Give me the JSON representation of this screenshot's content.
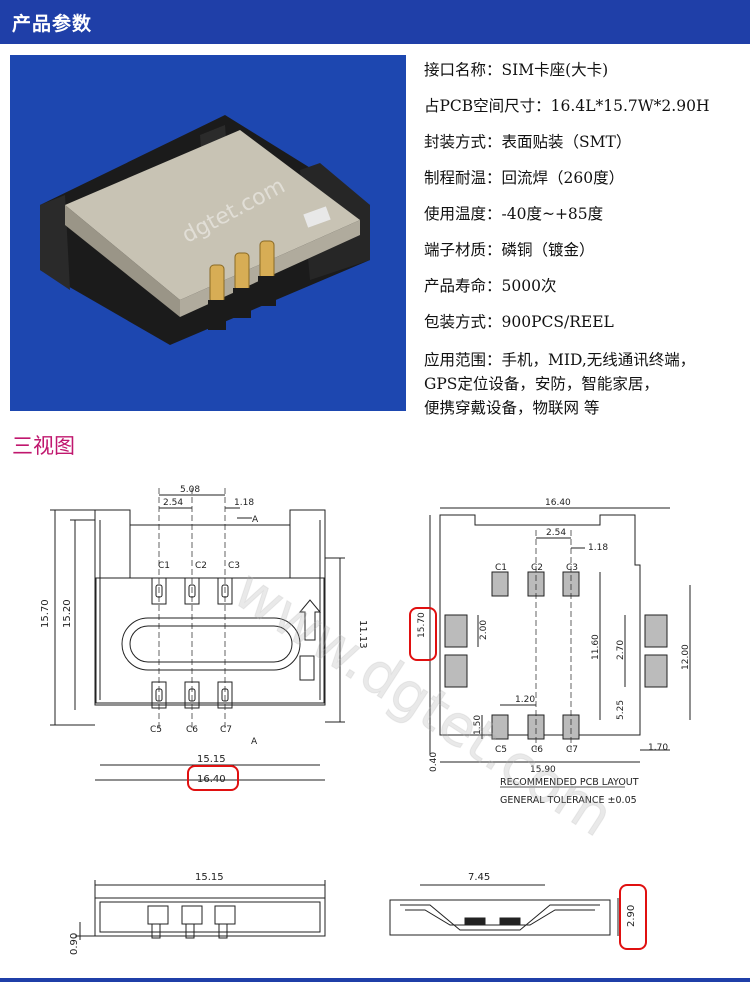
{
  "header": {
    "title": "产品参数"
  },
  "specs": {
    "line1": "接口名称：SIM卡座(大卡)",
    "line2": "占PCB空间尺寸：16.4L*15.7W*2.90H",
    "line3": "封装方式：表面贴装（SMT）",
    "line4": "制程耐温：回流焊（260度）",
    "line5": "使用温度：-40度~+85度",
    "line6": "端子材质：磷铜（镀金）",
    "line7": "产品寿命：5000次",
    "line8": "包装方式：900PCS/REEL",
    "app1": "应用范围：手机，MID,无线通讯终端，",
    "app2": "GPS定位设备，安防，智能家居，",
    "app3": "便携穿戴设备，物联网 等"
  },
  "section_title": "三视图",
  "photo": {
    "watermark": "dgtet.com"
  },
  "watermark": "www.dgtet.com",
  "top_view": {
    "dim_508": "5.08",
    "dim_254": "2.54",
    "dim_118": "1.18",
    "dim_1570": "15.70",
    "dim_1520": "15.20",
    "dim_1113": "11.13",
    "dim_1515": "15.15",
    "dim_1640": "16.40",
    "mark_a": "A",
    "c1": "C1",
    "c2": "C2",
    "c3": "C3",
    "c5": "C5",
    "c6": "C6",
    "c7": "C7"
  },
  "pcb_layout": {
    "dim_1640": "16.40",
    "dim_254": "2.54",
    "dim_118": "1.18",
    "dim_1570": "15.70",
    "dim_200": "2.00",
    "dim_1160": "11.60",
    "dim_270": "2.70",
    "dim_1200": "12.00",
    "dim_525": "5.25",
    "dim_120": "1.20",
    "dim_150": "1.50",
    "dim_040": "0.40",
    "dim_1590": "15.90",
    "dim_170": "1.70",
    "c1": "C1",
    "c2": "C2",
    "c3": "C3",
    "c5": "C5",
    "c6": "C6",
    "c7": "C7",
    "caption1": "RECOMMENDED PCB LAYOUT",
    "caption2": "GENERAL TOLERANCE ±0.05"
  },
  "side_view": {
    "dim_1515": "15.15",
    "dim_090": "0.90"
  },
  "end_view": {
    "dim_745": "7.45",
    "dim_290": "2.90"
  }
}
